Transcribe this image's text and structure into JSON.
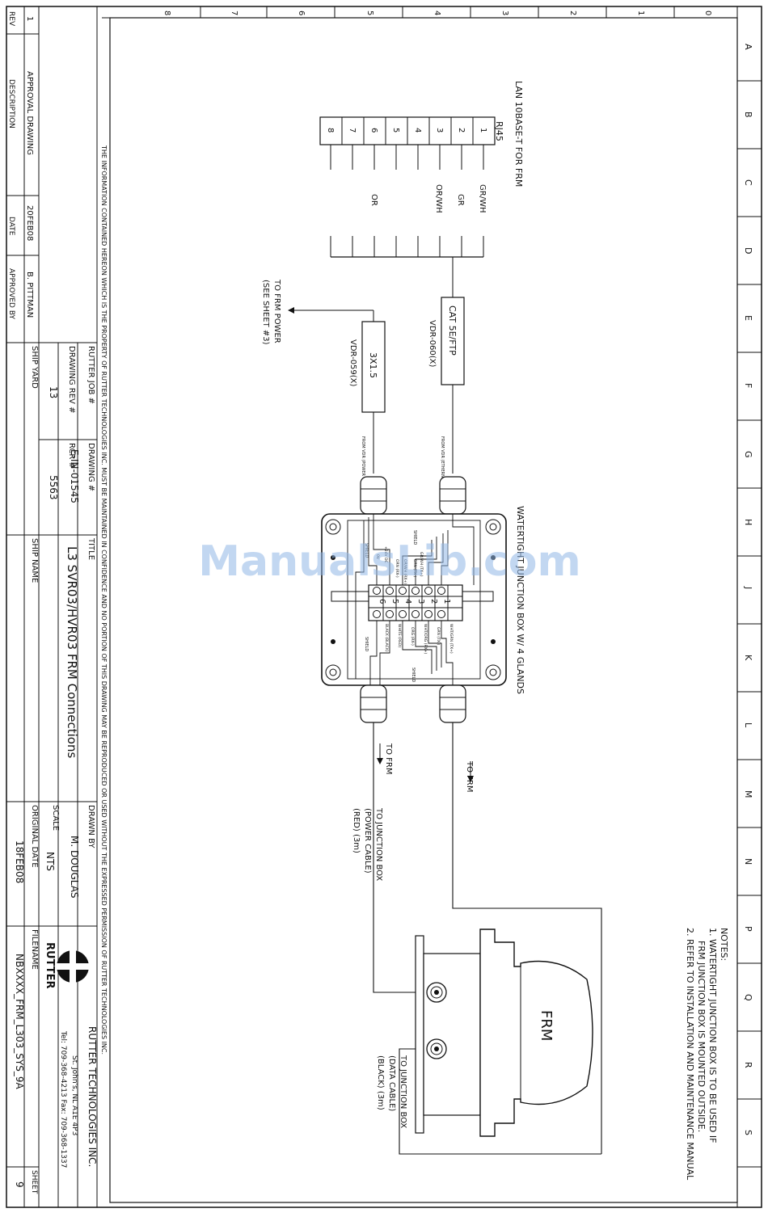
{
  "grid": {
    "numbers": [
      "8",
      "7",
      "6",
      "5",
      "4",
      "3",
      "2",
      "1",
      "0"
    ],
    "letters": [
      "A",
      "B",
      "C",
      "D",
      "E",
      "F",
      "G",
      "H",
      "J",
      "K",
      "L",
      "M",
      "N",
      "P",
      "Q",
      "R",
      "S"
    ]
  },
  "lan": {
    "title": "LAN 10BASE-T FOR FRM",
    "connector": "RJ45",
    "pins": [
      "1",
      "2",
      "3",
      "4",
      "5",
      "6",
      "7",
      "8"
    ],
    "wires": [
      "GR/WH",
      "GR",
      "OR/WH",
      "",
      "",
      "OR",
      "",
      ""
    ]
  },
  "cables": {
    "cat5_name": "CAT 5E/FTP",
    "cat5_code": "VDR-060(X)",
    "power_name": "3X1.5",
    "power_code": "VDR-059(X)",
    "frm_power_1": "TO FRM POWER",
    "frm_power_2": "(SEE SHEET #3)",
    "small_eth": "FROM VDR (ETHERNET CABLE)",
    "small_pwr": "FROM VDR (POWER CABLE)"
  },
  "junction": {
    "title": "WATERTIGHT JUNCTION BOX W/ 4 GLANDS",
    "terminals": [
      "1",
      "2",
      "3",
      "4",
      "5",
      "6"
    ],
    "shield": "SHIELD",
    "left_labels": [
      "GR/WH (TX+)",
      "GRN (TX-)",
      "OR/WH (RX+)",
      "ORN (RX-)",
      "+24V DC",
      "0V"
    ],
    "right_labels": [
      "WHT/GRN (TX+)",
      "GRN (TX-)",
      "WHT/ORG (RX+)",
      "ORG (RX-)",
      "WHITE (RED)",
      "BLACK (BLACK)"
    ],
    "to_frm": "TO FRM"
  },
  "frm": {
    "label": "FRM",
    "power_1": "TO JUNCTION BOX",
    "power_2": "(POWER CABLE)",
    "power_3": "(RED) (3m)",
    "data_1": "TO JUNCTION BOX",
    "data_2": "(DATA CABLE)",
    "data_3": "(BLACK) (3m)"
  },
  "notes": {
    "heading": "NOTES:",
    "line1": "1. WATERTIGHT JUNCTION BOX IS TO BE USED IF",
    "line2": "FRM JUNCTION BOX IS MOUNTED OUTSIDE.",
    "line3": "2. REFER TO INSTALLATION AND MAINTENANCE MANUAL"
  },
  "confidentiality": "THE INFORMATION CONTAINED HEREON WHICH IS THE PROPERTY OF RUTTER TECHNOLOGIES INC. MUST BE MAINTAINED IN CONFIDENCE AND NO PORTION OF THIS DRAWING MAY BE REPRODUCED OR USED WITHOUT THE EXPRESSED PERMISSION OF RUTTER TECHNOLOGIES INC.",
  "watermark": "ManualsLib.com",
  "title_block": {
    "rev_head": "REV",
    "rev": "1",
    "desc_head": "DESCRIPTION",
    "desc": "APPROVAL DRAWING",
    "date_head": "DATE",
    "date": "20FEB08",
    "approved_head": "APPROVED BY",
    "approved": "B. PITTMAN",
    "job_label": "RUTTER JOB #",
    "drawing_label": "DRAWING #",
    "drawing_no": "E-IN-01545",
    "drawing_rev_label": "DRAWING REV #",
    "drawing_rev": "13",
    "rcr_label": "RCR #",
    "rcr": "5563",
    "ship_yard_label": "SHIP YARD",
    "title_label": "TITLE",
    "title": "L3 SVR03/HVR03 FRM Connections",
    "ship_name_label": "SHIP NAME",
    "drawn_by_label": "DRAWN BY",
    "drawn_by": "M. DOUGLAS",
    "scale_label": "SCALE",
    "scale": "NTS",
    "orig_date_label": "ORIGINAL DATE",
    "orig_date": "18FEB08",
    "company": "RUTTER TECHNOLOGIES INC.",
    "company_city": "St. John's, NL A1E 4P3",
    "company_tel": "Tel: 709-368-4213 Fax: 709-368-1337",
    "logo_text": "RUTTER",
    "filename_label": "FILENAME",
    "filename": "NBXXXX_FRM_L303_SYS_9A",
    "sheet_label": "SHEET",
    "sheet": "9"
  }
}
